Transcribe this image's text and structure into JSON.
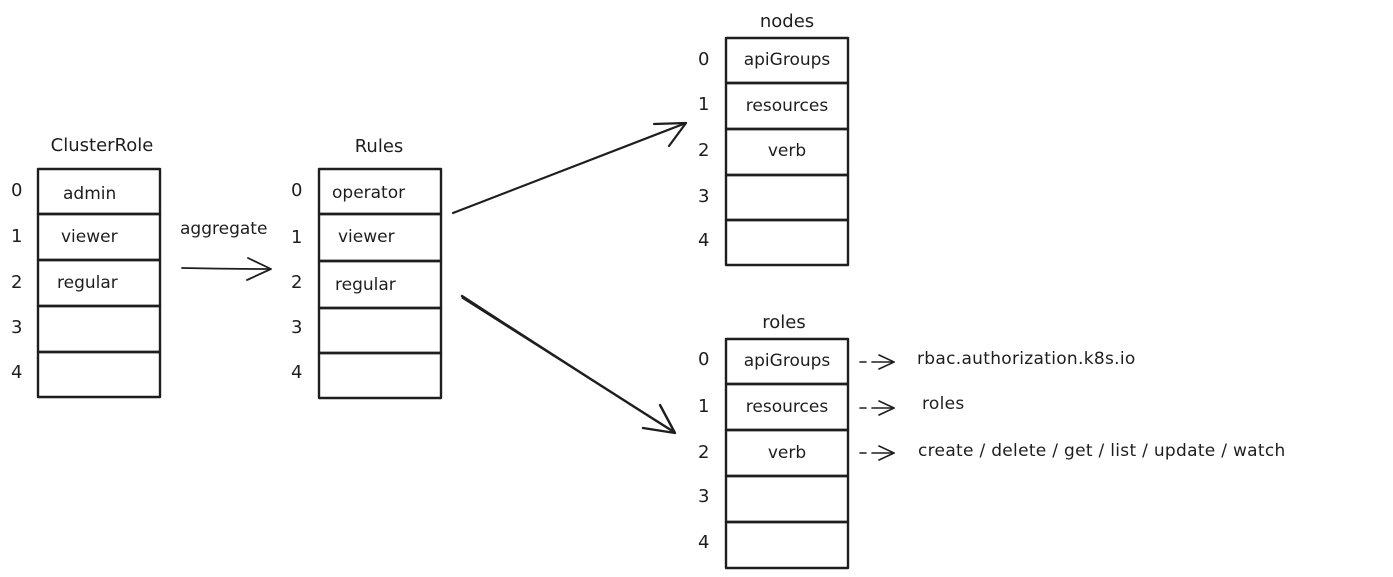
{
  "diagram": {
    "stroke_color": "#1e1e1e",
    "background": "#ffffff",
    "arrays": {
      "cluster_role": {
        "title": "ClusterRole",
        "indices": [
          "0",
          "1",
          "2",
          "3",
          "4"
        ],
        "cells": [
          "admin",
          "viewer",
          "regular",
          "",
          ""
        ]
      },
      "rules": {
        "title": "Rules",
        "indices": [
          "0",
          "1",
          "2",
          "3",
          "4"
        ],
        "cells": [
          "operator",
          "viewer",
          "regular",
          "",
          ""
        ]
      },
      "nodes": {
        "title": "nodes",
        "indices": [
          "0",
          "1",
          "2",
          "3",
          "4"
        ],
        "cells": [
          "apiGroups",
          "resources",
          "verb",
          "",
          ""
        ]
      },
      "roles": {
        "title": "roles",
        "indices": [
          "0",
          "1",
          "2",
          "3",
          "4"
        ],
        "cells": [
          "apiGroups",
          "resources",
          "verb",
          "",
          ""
        ]
      }
    },
    "edge_label": "aggregate",
    "role_arrow_symbol": "->",
    "role_values": [
      "rbac.authorization.k8s.io",
      "roles",
      "create / delete / get / list / update / watch"
    ]
  }
}
